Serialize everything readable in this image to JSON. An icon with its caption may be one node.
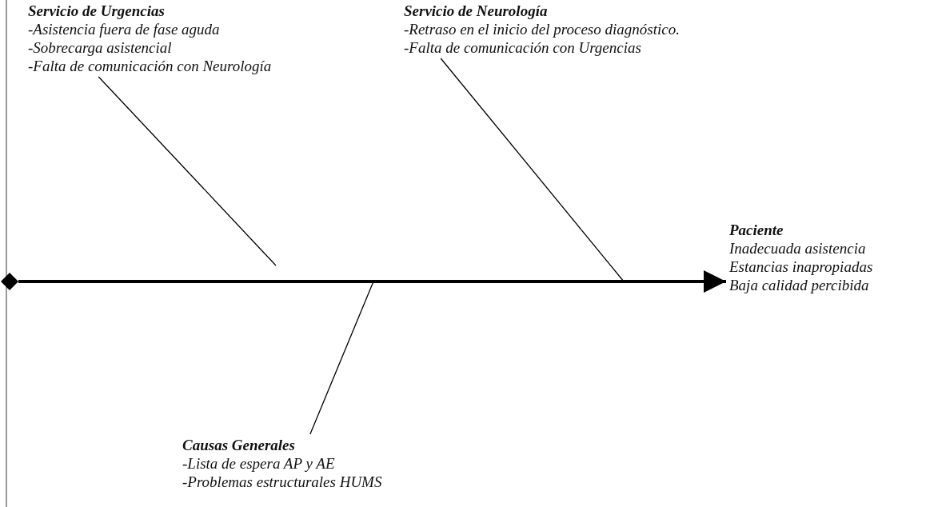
{
  "diagram": {
    "nodes": [
      {
        "text": [
          "Servicio de Urgencias",
          "-Asistencia fuera de fase aguda",
          "-Sobrecarga asistencial",
          "-Falta de comunicación con Neurología"
        ]
      },
      {
        "text": [
          "Servicio de Neurología",
          "-Retraso en el inicio del proceso diagnóstico.",
          "-Falta de comunicación con Urgencias"
        ]
      },
      {
        "text": [],
        "shape": "diamond"
      },
      {
        "text": [
          "Paciente",
          "Inadecuada asistencia",
          "Estancias inapropiadas",
          "Baja calidad percibida"
        ]
      },
      {
        "text": [
          "Causas Generales",
          "-Lista de espera AP y AE",
          "-Problemas estructurales HUMS"
        ]
      }
    ],
    "edges": [
      {
        "from": 0,
        "to": null,
        "arrow": "none"
      },
      {
        "from": 1,
        "to": null,
        "arrow": "none"
      },
      {
        "from": 2,
        "to": 3,
        "arrow": "to",
        "style": "thick"
      },
      {
        "from": 4,
        "to": null,
        "arrow": "none"
      }
    ]
  }
}
